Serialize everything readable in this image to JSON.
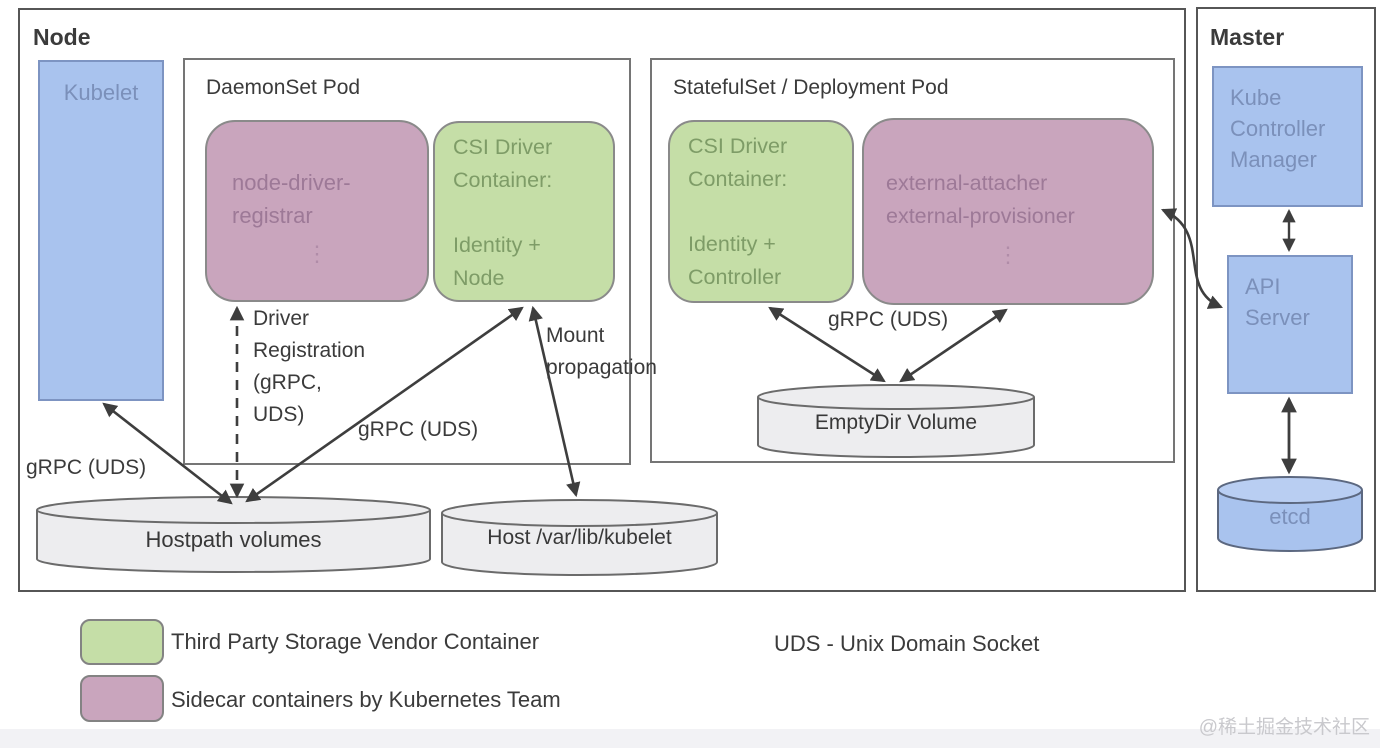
{
  "panels": {
    "node": {
      "title": "Node"
    },
    "master": {
      "title": "Master"
    }
  },
  "pods": {
    "daemonset": {
      "title": "DaemonSet Pod"
    },
    "statefulset": {
      "title": "StatefulSet / Deployment Pod"
    }
  },
  "components": {
    "kubelet": {
      "label": "Kubelet"
    },
    "node_driver_registrar": {
      "line1": "node-driver-",
      "line2": "registrar",
      "more": "⋮"
    },
    "csi_driver_node": {
      "line1": "CSI Driver",
      "line2": "Container:",
      "line3": "Identity +",
      "line4": "Node"
    },
    "csi_driver_controller": {
      "line1": "CSI Driver",
      "line2": "Container:",
      "line3": "Identity +",
      "line4": "Controller"
    },
    "external_sidecars": {
      "line1": "external-attacher",
      "line2": "external-provisioner",
      "more": "⋮"
    },
    "emptydir_volume": {
      "label": "EmptyDir Volume"
    },
    "hostpath_volumes": {
      "label": "Hostpath volumes"
    },
    "host_var_lib_kubelet": {
      "label": "Host /var/lib/kubelet"
    },
    "kube_controller_manager": {
      "line1": "Kube",
      "line2": "Controller",
      "line3": "Manager"
    },
    "api_server": {
      "line1": "API",
      "line2": "Server"
    },
    "etcd": {
      "label": "etcd"
    }
  },
  "connections": {
    "driver_registration": {
      "line1": "Driver",
      "line2": "Registration",
      "line3": "(gRPC,",
      "line4": "UDS)"
    },
    "grpc_uds_left": {
      "label": "gRPC (UDS)"
    },
    "grpc_uds_daemonset": {
      "label": "gRPC (UDS)"
    },
    "mount_propagation": {
      "line1": "Mount",
      "line2": "propagation"
    },
    "grpc_uds_statefulset": {
      "label": "gRPC (UDS)"
    }
  },
  "legend": {
    "third_party": {
      "label": "Third Party Storage Vendor Container"
    },
    "sidecar": {
      "label": "Sidecar containers by Kubernetes Team"
    },
    "abbreviation": {
      "label": "UDS - Unix Domain Socket"
    }
  },
  "watermark": {
    "label": "@稀土掘金技术社区"
  },
  "colors": {
    "vendor_container_green": "#c5dea7",
    "sidecar_container_pink": "#c9a5bd",
    "kubernetes_component_blue": "#a9c3ee",
    "volume_gray": "#ededef",
    "arrow_dark": "#3e3e3e"
  }
}
